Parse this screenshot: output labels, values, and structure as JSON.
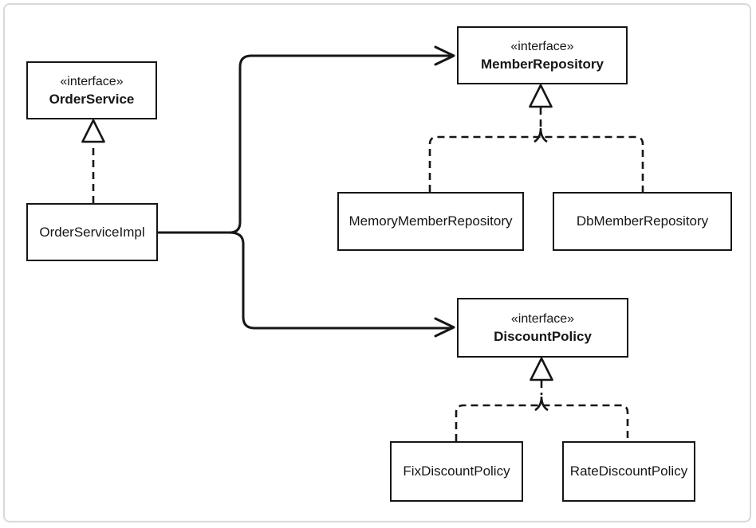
{
  "diagram": {
    "type": "uml-class-diagram",
    "colors": {
      "stroke": "#161616",
      "frame_border": "#d8d8d8",
      "background": "#ffffff"
    },
    "nodes": {
      "order_service": {
        "stereotype": "«interface»",
        "name": "OrderService"
      },
      "order_service_impl": {
        "name": "OrderServiceImpl"
      },
      "member_repository": {
        "stereotype": "«interface»",
        "name": "MemberRepository"
      },
      "memory_member_repository": {
        "name": "MemoryMemberRepository"
      },
      "db_member_repository": {
        "name": "DbMemberRepository"
      },
      "discount_policy": {
        "stereotype": "«interface»",
        "name": "DiscountPolicy"
      },
      "fix_discount_policy": {
        "name": "FixDiscountPolicy"
      },
      "rate_discount_policy": {
        "name": "RateDiscountPolicy"
      }
    },
    "relations": [
      {
        "type": "realization",
        "from": "OrderServiceImpl",
        "to": "OrderService",
        "style": "dashed-hollow-triangle"
      },
      {
        "type": "dependency",
        "from": "OrderServiceImpl",
        "to": "MemberRepository",
        "style": "solid-open-arrow"
      },
      {
        "type": "dependency",
        "from": "OrderServiceImpl",
        "to": "DiscountPolicy",
        "style": "solid-open-arrow"
      },
      {
        "type": "realization",
        "from": "MemoryMemberRepository",
        "to": "MemberRepository",
        "style": "dashed-hollow-triangle"
      },
      {
        "type": "realization",
        "from": "DbMemberRepository",
        "to": "MemberRepository",
        "style": "dashed-hollow-triangle"
      },
      {
        "type": "realization",
        "from": "FixDiscountPolicy",
        "to": "DiscountPolicy",
        "style": "dashed-hollow-triangle"
      },
      {
        "type": "realization",
        "from": "RateDiscountPolicy",
        "to": "DiscountPolicy",
        "style": "dashed-hollow-triangle"
      }
    ]
  }
}
